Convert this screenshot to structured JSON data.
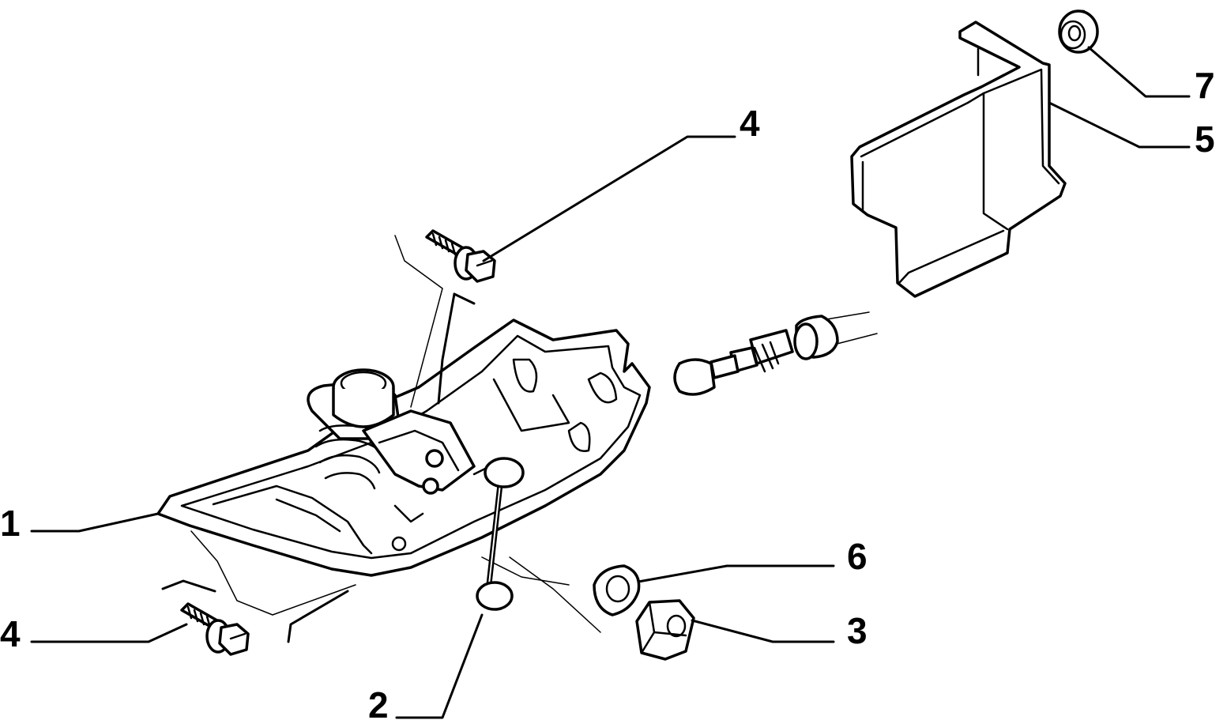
{
  "callouts": [
    {
      "id": "c1",
      "label": "1"
    },
    {
      "id": "c2",
      "label": "2"
    },
    {
      "id": "c3",
      "label": "3"
    },
    {
      "id": "c4a",
      "label": "4"
    },
    {
      "id": "c4b",
      "label": "4"
    },
    {
      "id": "c5",
      "label": "5"
    },
    {
      "id": "c6",
      "label": "6"
    },
    {
      "id": "c7",
      "label": "7"
    }
  ]
}
